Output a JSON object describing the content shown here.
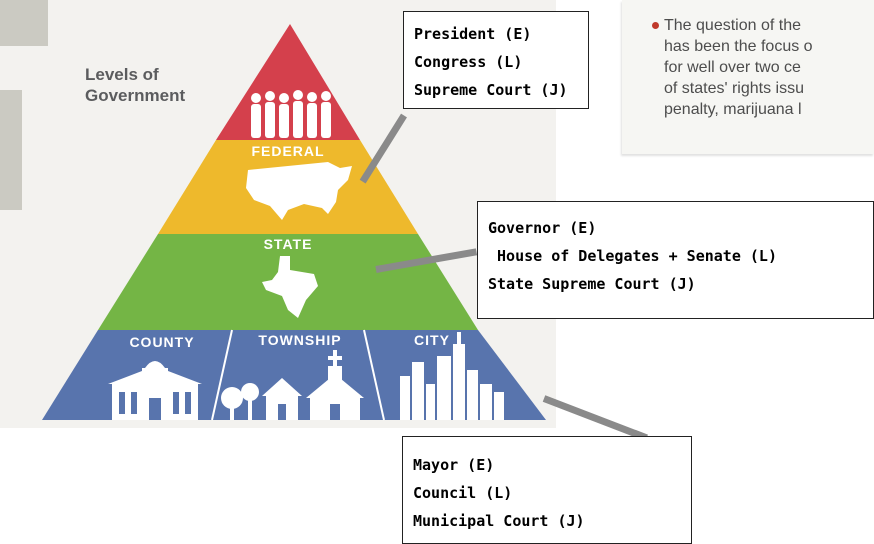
{
  "diagram": {
    "title_lines": [
      "Levels of",
      "Government"
    ],
    "tiers": {
      "federal": "FEDERAL",
      "state": "STATE",
      "county": "COUNTY",
      "township": "TOWNSHIP",
      "city": "CITY"
    },
    "colors": {
      "top": "#d4404c",
      "federal": "#eeb92c",
      "state": "#74b545",
      "local": "#5874ad",
      "connector": "#8a8a8a"
    }
  },
  "textbook_snippet": {
    "lines": [
      "The question of the",
      "has been the focus o",
      "for well over two ce",
      "of states' rights issu",
      "penalty, marijuana l"
    ]
  },
  "callouts": {
    "federal": [
      "President (E)",
      "Congress (L)",
      "Supreme Court (J)"
    ],
    "state": [
      "Governor (E)",
      " House of Delegates + Senate (L)",
      "State Supreme Court (J)"
    ],
    "local": [
      "Mayor (E)",
      "Council (L)",
      "Municipal Court (J)"
    ]
  }
}
